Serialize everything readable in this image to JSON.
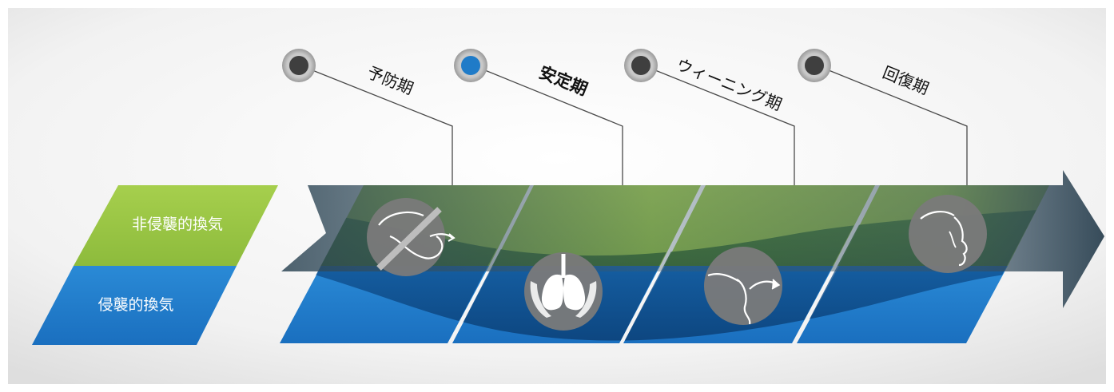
{
  "legend": {
    "noninvasive_label": "非侵襲的換気",
    "invasive_label": "侵襲的換気"
  },
  "phases": [
    {
      "label": "予防期",
      "marker_color": "#3f3f3f",
      "icon": "mask-crossed-icon",
      "active": false
    },
    {
      "label": "安定期",
      "marker_color": "#1f7bc8",
      "icon": "lungs-hands-icon",
      "active": true
    },
    {
      "label": "ウィーニング期",
      "marker_color": "#3f3f3f",
      "icon": "face-tube-arrow-icon",
      "active": false
    },
    {
      "label": "回復期",
      "marker_color": "#3f3f3f",
      "icon": "face-recovery-icon",
      "active": false
    }
  ],
  "colors": {
    "green": "#9cc545",
    "green_light": "#b7d967",
    "blue": "#1f7bc8",
    "blue_dark": "#155ea3",
    "arrow": "#3a5365",
    "icon_circle": "#7a7a7a",
    "marker_ring": "#bdbdbd"
  }
}
